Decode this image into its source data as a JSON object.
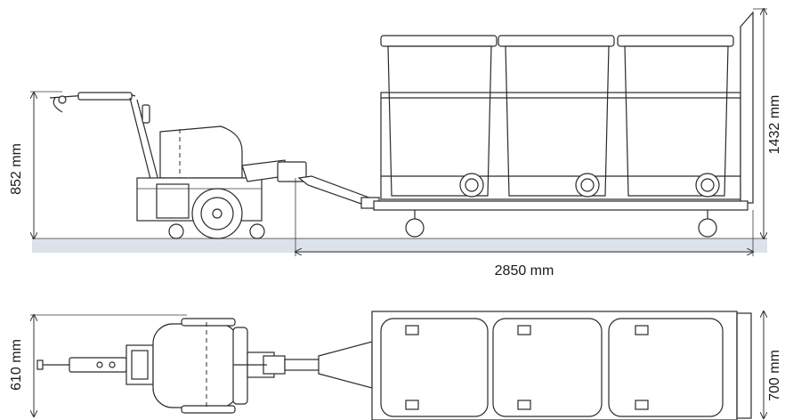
{
  "dimensions": {
    "tug_height": "852 mm",
    "cart_height": "1432 mm",
    "total_length": "2850 mm",
    "tug_width": "610 mm",
    "cart_width": "700 mm"
  },
  "colors": {
    "ground": "#dde2ea",
    "line": "#2a2a2a",
    "background": "#ffffff"
  }
}
